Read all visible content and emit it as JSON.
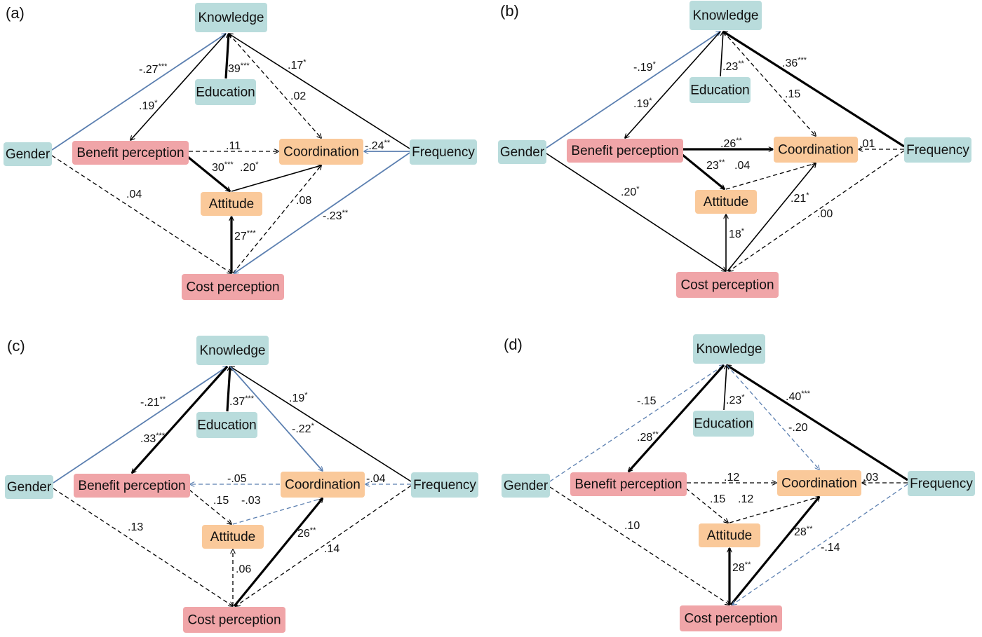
{
  "colors": {
    "teal_box": "#b9dcdc",
    "red_box": "#f0a5a8",
    "orange_box": "#fac99a",
    "solid_edge": "#000000",
    "blue_edge": "#5b7fb0"
  },
  "panels": [
    {
      "label": "(a)",
      "nodes": {
        "knowledge": "Knowledge",
        "education": "Education",
        "gender": "Gender",
        "benefit": "Benefit perception",
        "coordination": "Coordination",
        "frequency": "Frequency",
        "attitude": "Attitude",
        "cost": "Cost perception"
      },
      "edges": [
        {
          "from": "gender",
          "to": "knowledge",
          "coef": "-.27",
          "sig": "***",
          "style": "blue"
        },
        {
          "from": "education",
          "to": "knowledge",
          "coef": "39",
          "sig": "***",
          "style": "bold"
        },
        {
          "from": "frequency",
          "to": "knowledge",
          "coef": ".17",
          "sig": "*",
          "style": "solid"
        },
        {
          "from": "knowledge",
          "to": "benefit",
          "coef": ".19",
          "sig": "*",
          "style": "solid"
        },
        {
          "from": "knowledge",
          "to": "coordination",
          "coef": ".02",
          "sig": "",
          "style": "dashed"
        },
        {
          "from": "benefit",
          "to": "coordination",
          "coef": ".11",
          "sig": "",
          "style": "dashed"
        },
        {
          "from": "frequency",
          "to": "coordination",
          "coef": "-.24",
          "sig": "**",
          "style": "blue"
        },
        {
          "from": "benefit",
          "to": "attitude",
          "coef": "30",
          "sig": "***",
          "style": "bold"
        },
        {
          "from": "attitude",
          "to": "coordination",
          "coef": ".20",
          "sig": "*",
          "style": "solid"
        },
        {
          "from": "gender",
          "to": "cost",
          "coef": ".04",
          "sig": "",
          "style": "dashed"
        },
        {
          "from": "cost",
          "to": "coordination",
          "coef": ".08",
          "sig": "",
          "style": "dashed"
        },
        {
          "from": "frequency",
          "to": "cost",
          "coef": "-.23",
          "sig": "**",
          "style": "blue"
        },
        {
          "from": "cost",
          "to": "attitude",
          "coef": "27",
          "sig": "***",
          "style": "bold"
        }
      ]
    },
    {
      "label": "(b)",
      "nodes": {
        "knowledge": "Knowledge",
        "education": "Education",
        "gender": "Gender",
        "benefit": "Benefit perception",
        "coordination": "Coordination",
        "frequency": "Frequency",
        "attitude": "Attitude",
        "cost": "Cost perception"
      },
      "edges": [
        {
          "from": "gender",
          "to": "knowledge",
          "coef": "-.19",
          "sig": "*",
          "style": "blue"
        },
        {
          "from": "education",
          "to": "knowledge",
          "coef": ".23",
          "sig": "**",
          "style": "solid"
        },
        {
          "from": "frequency",
          "to": "knowledge",
          "coef": ".36",
          "sig": "***",
          "style": "bold"
        },
        {
          "from": "knowledge",
          "to": "benefit",
          "coef": ".19",
          "sig": "*",
          "style": "solid"
        },
        {
          "from": "knowledge",
          "to": "coordination",
          "coef": ".15",
          "sig": "",
          "style": "dashed"
        },
        {
          "from": "benefit",
          "to": "coordination",
          "coef": ".26",
          "sig": "**",
          "style": "bold"
        },
        {
          "from": "frequency",
          "to": "coordination",
          "coef": ".01",
          "sig": "",
          "style": "dashed"
        },
        {
          "from": "benefit",
          "to": "attitude",
          "coef": "23",
          "sig": "**",
          "style": "bold"
        },
        {
          "from": "attitude",
          "to": "coordination",
          "coef": ".04",
          "sig": "",
          "style": "dashed"
        },
        {
          "from": "gender",
          "to": "cost",
          "coef": ".20",
          "sig": "*",
          "style": "solid"
        },
        {
          "from": "cost",
          "to": "coordination",
          "coef": ".21",
          "sig": "*",
          "style": "solid"
        },
        {
          "from": "frequency",
          "to": "cost",
          "coef": ".00",
          "sig": "",
          "style": "dashed"
        },
        {
          "from": "cost",
          "to": "attitude",
          "coef": "18",
          "sig": "*",
          "style": "solid"
        }
      ]
    },
    {
      "label": "(c)",
      "nodes": {
        "knowledge": "Knowledge",
        "education": "Education",
        "gender": "Gender",
        "benefit": "Benefit perception",
        "coordination": "Coordination",
        "frequency": "Frequency",
        "attitude": "Attitude",
        "cost": "Cost perception"
      },
      "edges": [
        {
          "from": "gender",
          "to": "knowledge",
          "coef": "-.21",
          "sig": "**",
          "style": "blue"
        },
        {
          "from": "education",
          "to": "knowledge",
          "coef": ".37",
          "sig": "***",
          "style": "bold"
        },
        {
          "from": "frequency",
          "to": "knowledge",
          "coef": ".19",
          "sig": "*",
          "style": "solid"
        },
        {
          "from": "knowledge",
          "to": "benefit",
          "coef": ".33",
          "sig": "***",
          "style": "bold"
        },
        {
          "from": "knowledge",
          "to": "coordination",
          "coef": "-.22",
          "sig": "*",
          "style": "blue"
        },
        {
          "from": "coordination",
          "to": "benefit",
          "coef": "-.05",
          "sig": "",
          "style": "bluedash"
        },
        {
          "from": "frequency",
          "to": "coordination",
          "coef": "-.04",
          "sig": "",
          "style": "bluedash"
        },
        {
          "from": "benefit",
          "to": "attitude",
          "coef": ".15",
          "sig": "",
          "style": "dashed"
        },
        {
          "from": "attitude",
          "to": "coordination",
          "coef": "-.03",
          "sig": "",
          "style": "bluedash"
        },
        {
          "from": "gender",
          "to": "cost",
          "coef": ".13",
          "sig": "",
          "style": "dashed"
        },
        {
          "from": "cost",
          "to": "coordination",
          "coef": "26",
          "sig": "**",
          "style": "bold"
        },
        {
          "from": "frequency",
          "to": "cost",
          "coef": ".14",
          "sig": "",
          "style": "dashed"
        },
        {
          "from": "cost",
          "to": "attitude",
          "coef": ".06",
          "sig": "",
          "style": "dashed"
        }
      ]
    },
    {
      "label": "(d)",
      "nodes": {
        "knowledge": "Knowledge",
        "education": "Education",
        "gender": "Gender",
        "benefit": "Benefit perception",
        "coordination": "Coordination",
        "frequency": "Frequency",
        "attitude": "Attitude",
        "cost": "Cost perception"
      },
      "edges": [
        {
          "from": "gender",
          "to": "knowledge",
          "coef": "-.15",
          "sig": "",
          "style": "bluedash"
        },
        {
          "from": "education",
          "to": "knowledge",
          "coef": ".23",
          "sig": "*",
          "style": "solid"
        },
        {
          "from": "frequency",
          "to": "knowledge",
          "coef": ".40",
          "sig": "***",
          "style": "bold"
        },
        {
          "from": "knowledge",
          "to": "benefit",
          "coef": ".28",
          "sig": "**",
          "style": "bold"
        },
        {
          "from": "knowledge",
          "to": "coordination",
          "coef": "-.20",
          "sig": "",
          "style": "bluedash"
        },
        {
          "from": "benefit",
          "to": "coordination",
          "coef": ".12",
          "sig": "",
          "style": "dashed"
        },
        {
          "from": "frequency",
          "to": "coordination",
          "coef": ".03",
          "sig": "",
          "style": "dashed"
        },
        {
          "from": "benefit",
          "to": "attitude",
          "coef": ".15",
          "sig": "",
          "style": "dashed"
        },
        {
          "from": "attitude",
          "to": "coordination",
          "coef": ".12",
          "sig": "",
          "style": "dashed"
        },
        {
          "from": "gender",
          "to": "cost",
          "coef": ".10",
          "sig": "",
          "style": "dashed"
        },
        {
          "from": "cost",
          "to": "coordination",
          "coef": "28",
          "sig": "**",
          "style": "bold"
        },
        {
          "from": "frequency",
          "to": "cost",
          "coef": "-.14",
          "sig": "",
          "style": "bluedash"
        },
        {
          "from": "cost",
          "to": "attitude",
          "coef": "28",
          "sig": "**",
          "style": "bold"
        }
      ]
    }
  ]
}
